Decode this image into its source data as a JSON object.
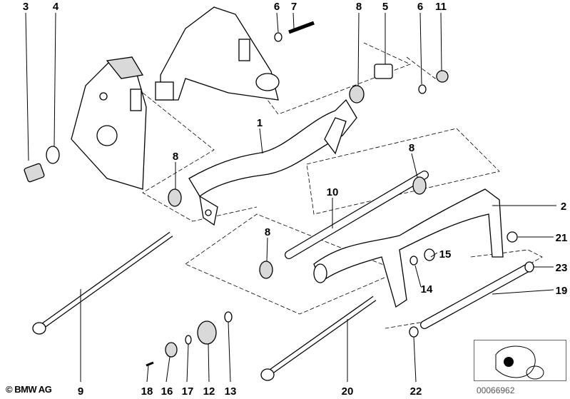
{
  "copyright": "© BMW AG",
  "image_id": "00066962",
  "callouts": {
    "c3": "3",
    "c4": "4",
    "c6a": "6",
    "c7": "7",
    "c8a": "8",
    "c5": "5",
    "c6b": "6",
    "c11": "11",
    "c1": "1",
    "c8b": "8",
    "c8c": "8",
    "c10": "10",
    "c2": "2",
    "c8d": "8",
    "c21": "21",
    "c15": "15",
    "c23": "23",
    "c14": "14",
    "c19": "19",
    "c9": "9",
    "c18": "18",
    "c16": "16",
    "c17": "17",
    "c12": "12",
    "c13": "13",
    "c20": "20",
    "c22": "22"
  }
}
